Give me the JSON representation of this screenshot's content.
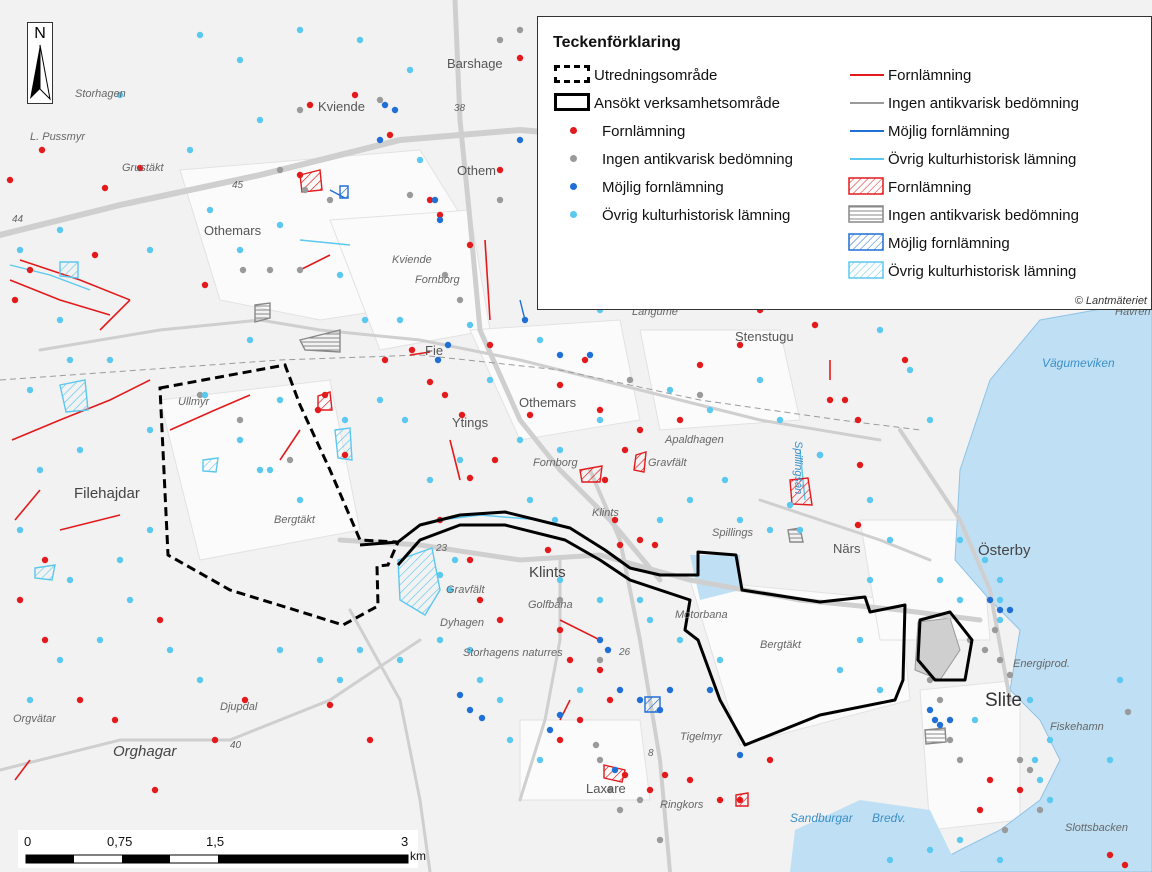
{
  "map": {
    "place_names": {
      "barshage": "Barshage",
      "storhagen": "Storhagen",
      "kviende": "Kviende",
      "kviende_small": "Kviende",
      "l_pussmyr": "L. Pussmyr",
      "grustakt": "Grustäkt",
      "othem": "Othem",
      "othemars_nw": "Othemars",
      "fornborg_n": "Fornborg",
      "fornborg_s": "Fornborg",
      "stenstugu": "Stenstugu",
      "fie": "Fie",
      "vagumeviken": "Vägumeviken",
      "ullmyr": "Ullmyr",
      "othemars_c": "Othemars",
      "ytings": "Ytings",
      "apaldhagen": "Apaldhagen",
      "gravfalt_e": "Gravfält",
      "spillingsan": "Spillingsån",
      "filehajdar": "Filehajdar",
      "klints_small": "Klints",
      "spillings": "Spillings",
      "bergtakt_w": "Bergtäkt",
      "nars": "Närs",
      "osterby": "Österby",
      "klints": "Klints",
      "gravfalt_w": "Gravfält",
      "golfbana": "Golfbana",
      "motorbana": "Motorbana",
      "dyhagen": "Dyhagen",
      "bergtakt_e": "Bergtäkt",
      "storhagens_naturres": "Storhagens naturres",
      "energiprod": "Energiprod.",
      "slite": "Slite",
      "djupdal": "Djupdal",
      "orgvatar": "Orgvätar",
      "fiskehamn": "Fiskehamn",
      "tigelmyr": "Tigelmyr",
      "orghagar": "Orghagar",
      "laxare": "Laxare",
      "ringkors": "Ringkors",
      "sandburgar": "Sandburgar",
      "bredv": "Bredv.",
      "slottsbacken": "Slottsbacken",
      "langume": "Langume",
      "havren": "Havren"
    },
    "road_numbers": {
      "r38": "38",
      "r45": "45",
      "r44": "44",
      "r23": "23",
      "r26": "26",
      "r8": "8",
      "r40": "40"
    },
    "colors": {
      "fornlamning": "#e31a1c",
      "ingen_bedomning": "#9a9a9a",
      "mojlig_fornlamning": "#1f6fd6",
      "ovrig_lamning": "#5bc8ef",
      "water": "#bfe0f4",
      "road": "#cfcfcf",
      "boundary": "#000000"
    }
  },
  "legend": {
    "title": "Teckenförklaring",
    "utredningsomrade": "Utredningsområde",
    "ansokt": "Ansökt verksamhetsområde",
    "point_fornlamning": "Fornlämning",
    "point_ingen": "Ingen antikvarisk bedömning",
    "point_mojlig": "Möjlig fornlämning",
    "point_ovrig": "Övrig kulturhistorisk lämning",
    "line_fornlamning": "Fornlämning",
    "line_ingen": "Ingen antikvarisk bedömning",
    "line_mojlig": "Möjlig fornlämning",
    "line_ovrig": "Övrig kulturhistorisk lämning",
    "area_fornlamning": "Fornlämning",
    "area_ingen": "Ingen antikvarisk bedömning",
    "area_mojlig": "Möjlig fornlämning",
    "area_ovrig": "Övrig kulturhistorisk lämning",
    "copyright": "© Lantmäteriet"
  },
  "north_arrow": {
    "label": "N",
    "icon": "north-arrow-icon"
  },
  "scale_bar": {
    "labels": [
      "0",
      "0,75",
      "1,5",
      "3"
    ],
    "unit": "km"
  }
}
